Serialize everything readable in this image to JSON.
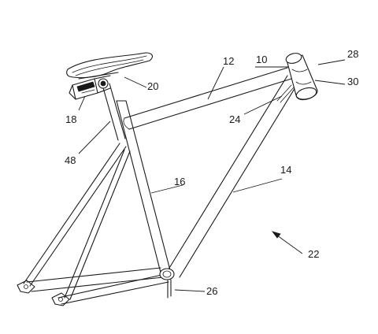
{
  "figure": {
    "reference_numerals": {
      "head_tube": "10",
      "top_tube": "12",
      "down_tube": "14",
      "seat_tube": "16",
      "saddle_clamp": "18",
      "seat_post_head": "20",
      "frame": "22",
      "gusset": "24",
      "bottom_bracket": "26",
      "head_tube_top": "28",
      "head_tube_bottom": "30",
      "seat_post": "48"
    }
  }
}
